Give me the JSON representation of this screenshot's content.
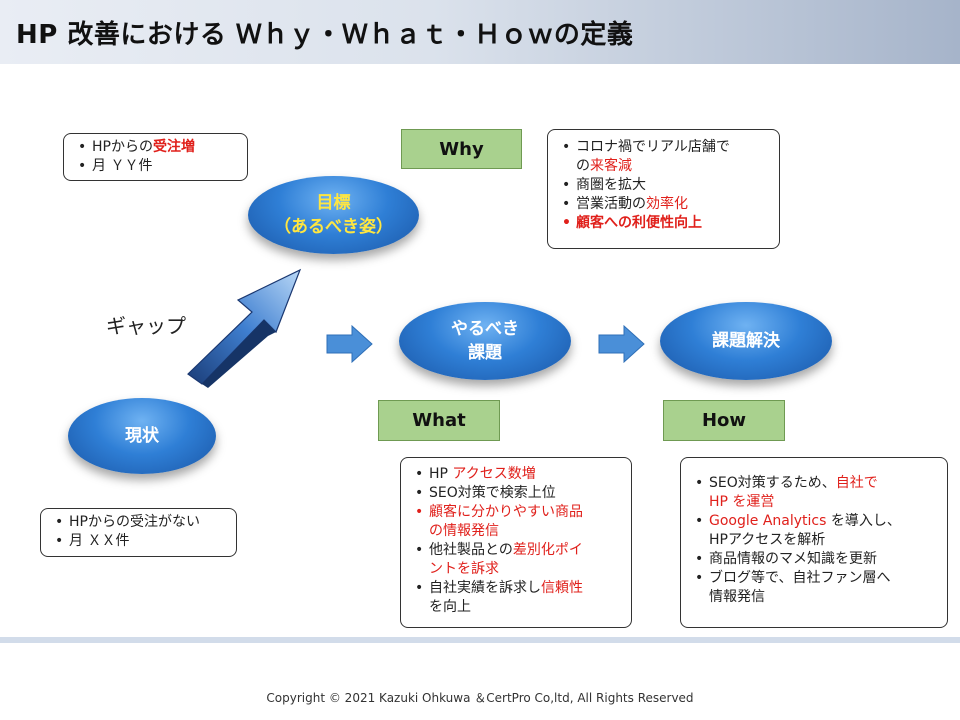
{
  "title": "HP 改善における Ｗｈｙ・Ｗｈａｔ・Ｈｏｗの定義",
  "goal": {
    "line1": "目標",
    "line2": "（あるべき姿）"
  },
  "current": "現状",
  "task": {
    "line1": "やるべき",
    "line2": "課題"
  },
  "solution": "課題解決",
  "gap_label": "ギャップ",
  "tags": {
    "why": "Why",
    "what": "What",
    "how": "How"
  },
  "goal_note": {
    "item1_pre": "HPからの",
    "item1_red": "受注増",
    "item2": "月 ＹＹ件"
  },
  "current_note": {
    "item1": "HPからの受注がない",
    "item2": "月 ＸＸ件"
  },
  "why_note": {
    "i1_pre": "コロナ禍でリアル店舗で",
    "i1_line2_pre": "の",
    "i1_red": "来客減",
    "i2": "商圏を拡大",
    "i3_pre": "営業活動の",
    "i3_red": "効率化",
    "i4": "顧客への利便性向上"
  },
  "what_note": {
    "i1_pre": "HP ",
    "i1_red": "アクセス数増",
    "i2": "SEO対策で検索上位",
    "i3_line1": "顧客に分かりやすい商品",
    "i3_line2": "の情報発信",
    "i4_pre": "他社製品との",
    "i4_red1": "差別化ポイ",
    "i4_red2": "ントを訴求",
    "i5_pre": "自社実績を訴求し",
    "i5_red": "信頼性",
    "i5_line2": "を向上"
  },
  "how_note": {
    "i1_pre": "SEO対策するため、",
    "i1_red1": "自社で",
    "i1_red2": "HP を運営",
    "i2_red": "Google Analytics",
    "i2_post": " を導入し、",
    "i2_line2": "HPアクセスを解析",
    "i3": "商品情報のマメ知識を更新",
    "i4_line1": "ブログ等で、自社ファン層へ",
    "i4_line2": "情報発信"
  },
  "copyright": "Copyright © 2021 Kazuki Ohkuwa ＆CertPro Co,ltd, All Rights Reserved",
  "colors": {
    "accent_red": "#e0201b",
    "tag_green": "#a9d18e",
    "ellipse_blue": "#2f7fd6",
    "arrow_blue": "#4a8fd8"
  }
}
